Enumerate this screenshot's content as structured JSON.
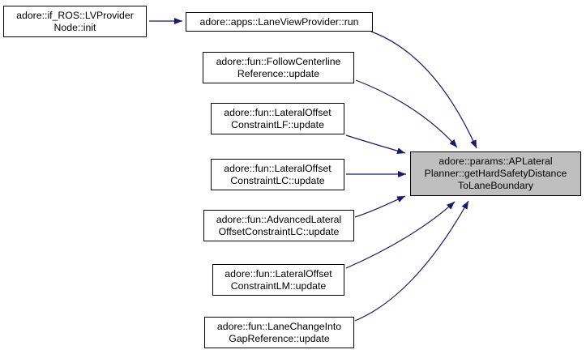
{
  "diagram": {
    "type": "call-graph",
    "colors": {
      "edge": "#191970",
      "node_fill": "#ffffff",
      "node_border": "#000000",
      "focus_fill": "#bfbfbf",
      "text": "#000000",
      "bg": "#ffffff"
    },
    "nodes": [
      {
        "id": "lvprovider-node-init",
        "label": "adore::if_ROS::LVProvider\nNode::init",
        "focus": false
      },
      {
        "id": "laneviewprovider-run",
        "label": "adore::apps::LaneViewProvider::run",
        "focus": false
      },
      {
        "id": "followcenterline-reference-update",
        "label": "adore::fun::FollowCenterline\nReference::update",
        "focus": false
      },
      {
        "id": "lateraloffset-constraintlf-update",
        "label": "adore::fun::LateralOffset\nConstraintLF::update",
        "focus": false
      },
      {
        "id": "lateraloffset-constraintlc-update",
        "label": "adore::fun::LateralOffset\nConstraintLC::update",
        "focus": false
      },
      {
        "id": "advancedlateraloffset-constraintlc-update",
        "label": "adore::fun::AdvancedLateral\nOffsetConstraintLC::update",
        "focus": false
      },
      {
        "id": "lateraloffset-constraintlm-update",
        "label": "adore::fun::LateralOffset\nConstraintLM::update",
        "focus": false
      },
      {
        "id": "lanechangeintogap-reference-update",
        "label": "adore::fun::LaneChangeInto\nGapReference::update",
        "focus": false
      },
      {
        "id": "aplateralplanner-gethardsafetydistancetolaneboundary",
        "label": "adore::params::APLateral\nPlanner::getHardSafetyDistance\nToLaneBoundary",
        "focus": true
      }
    ],
    "edges": [
      {
        "from": "lvprovider-node-init",
        "to": "laneviewprovider-run"
      },
      {
        "from": "laneviewprovider-run",
        "to": "aplateralplanner-gethardsafetydistancetolaneboundary"
      },
      {
        "from": "followcenterline-reference-update",
        "to": "aplateralplanner-gethardsafetydistancetolaneboundary"
      },
      {
        "from": "lateraloffset-constraintlf-update",
        "to": "aplateralplanner-gethardsafetydistancetolaneboundary"
      },
      {
        "from": "lateraloffset-constraintlc-update",
        "to": "aplateralplanner-gethardsafetydistancetolaneboundary"
      },
      {
        "from": "advancedlateraloffset-constraintlc-update",
        "to": "aplateralplanner-gethardsafetydistancetolaneboundary"
      },
      {
        "from": "lateraloffset-constraintlm-update",
        "to": "aplateralplanner-gethardsafetydistancetolaneboundary"
      },
      {
        "from": "lanechangeintogap-reference-update",
        "to": "aplateralplanner-gethardsafetydistancetolaneboundary"
      }
    ]
  }
}
